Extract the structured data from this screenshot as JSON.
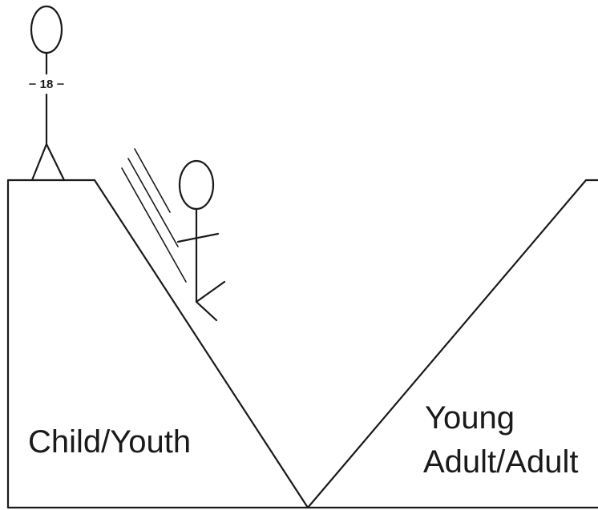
{
  "diagram": {
    "age_marker": "18",
    "left_region_label": "Child/Youth",
    "right_region_label_line1": "Young",
    "right_region_label_line2": "Adult/Adult"
  }
}
